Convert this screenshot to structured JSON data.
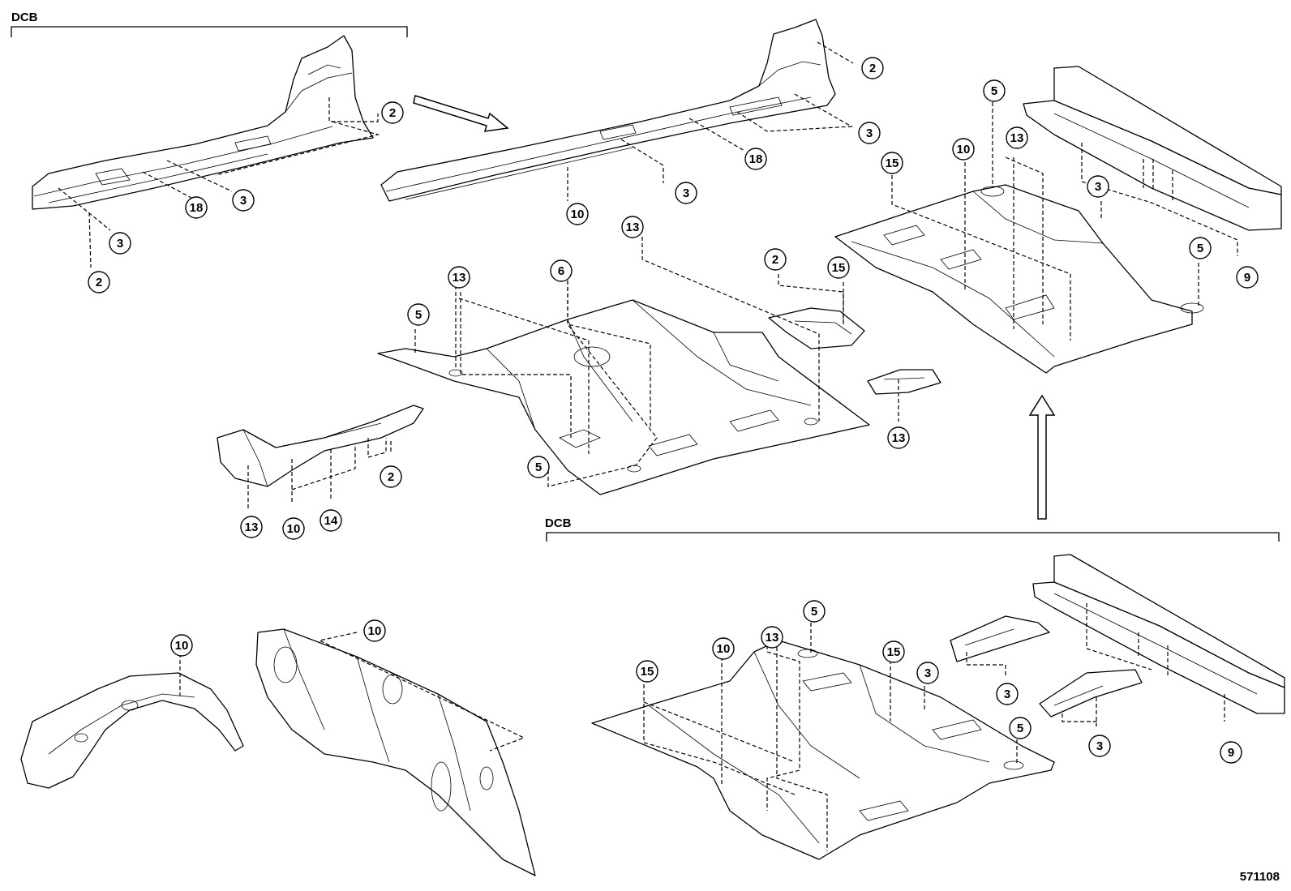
{
  "group_labels": {
    "top_left": "DCB",
    "bottom_right": "DCB"
  },
  "figure_code": "571108",
  "callouts": [
    {
      "id": "c1",
      "num": "2"
    },
    {
      "id": "c2",
      "num": "3"
    },
    {
      "id": "c3",
      "num": "18"
    },
    {
      "id": "c4",
      "num": "3"
    },
    {
      "id": "c5",
      "num": "2"
    },
    {
      "id": "c6",
      "num": "2"
    },
    {
      "id": "c7",
      "num": "3"
    },
    {
      "id": "c8",
      "num": "18"
    },
    {
      "id": "c9",
      "num": "3"
    },
    {
      "id": "c10",
      "num": "10"
    },
    {
      "id": "c11",
      "num": "5"
    },
    {
      "id": "c12",
      "num": "13"
    },
    {
      "id": "c13",
      "num": "10"
    },
    {
      "id": "c14",
      "num": "15"
    },
    {
      "id": "c15",
      "num": "3"
    },
    {
      "id": "c16",
      "num": "5"
    },
    {
      "id": "c17",
      "num": "9"
    },
    {
      "id": "c18",
      "num": "13"
    },
    {
      "id": "c19",
      "num": "6"
    },
    {
      "id": "c20",
      "num": "13"
    },
    {
      "id": "c21",
      "num": "5"
    },
    {
      "id": "c22",
      "num": "2"
    },
    {
      "id": "c23",
      "num": "15"
    },
    {
      "id": "c24",
      "num": "13"
    },
    {
      "id": "c25",
      "num": "5"
    },
    {
      "id": "c26",
      "num": "2"
    },
    {
      "id": "c27",
      "num": "13"
    },
    {
      "id": "c28",
      "num": "10"
    },
    {
      "id": "c29",
      "num": "14"
    },
    {
      "id": "c30",
      "num": "10"
    },
    {
      "id": "c31",
      "num": "10"
    },
    {
      "id": "c32",
      "num": "5"
    },
    {
      "id": "c33",
      "num": "10"
    },
    {
      "id": "c34",
      "num": "13"
    },
    {
      "id": "c35",
      "num": "15"
    },
    {
      "id": "c36",
      "num": "15"
    },
    {
      "id": "c37",
      "num": "3"
    },
    {
      "id": "c38",
      "num": "5"
    },
    {
      "id": "c39",
      "num": "3"
    },
    {
      "id": "c40",
      "num": "3"
    },
    {
      "id": "c41",
      "num": "9"
    }
  ]
}
